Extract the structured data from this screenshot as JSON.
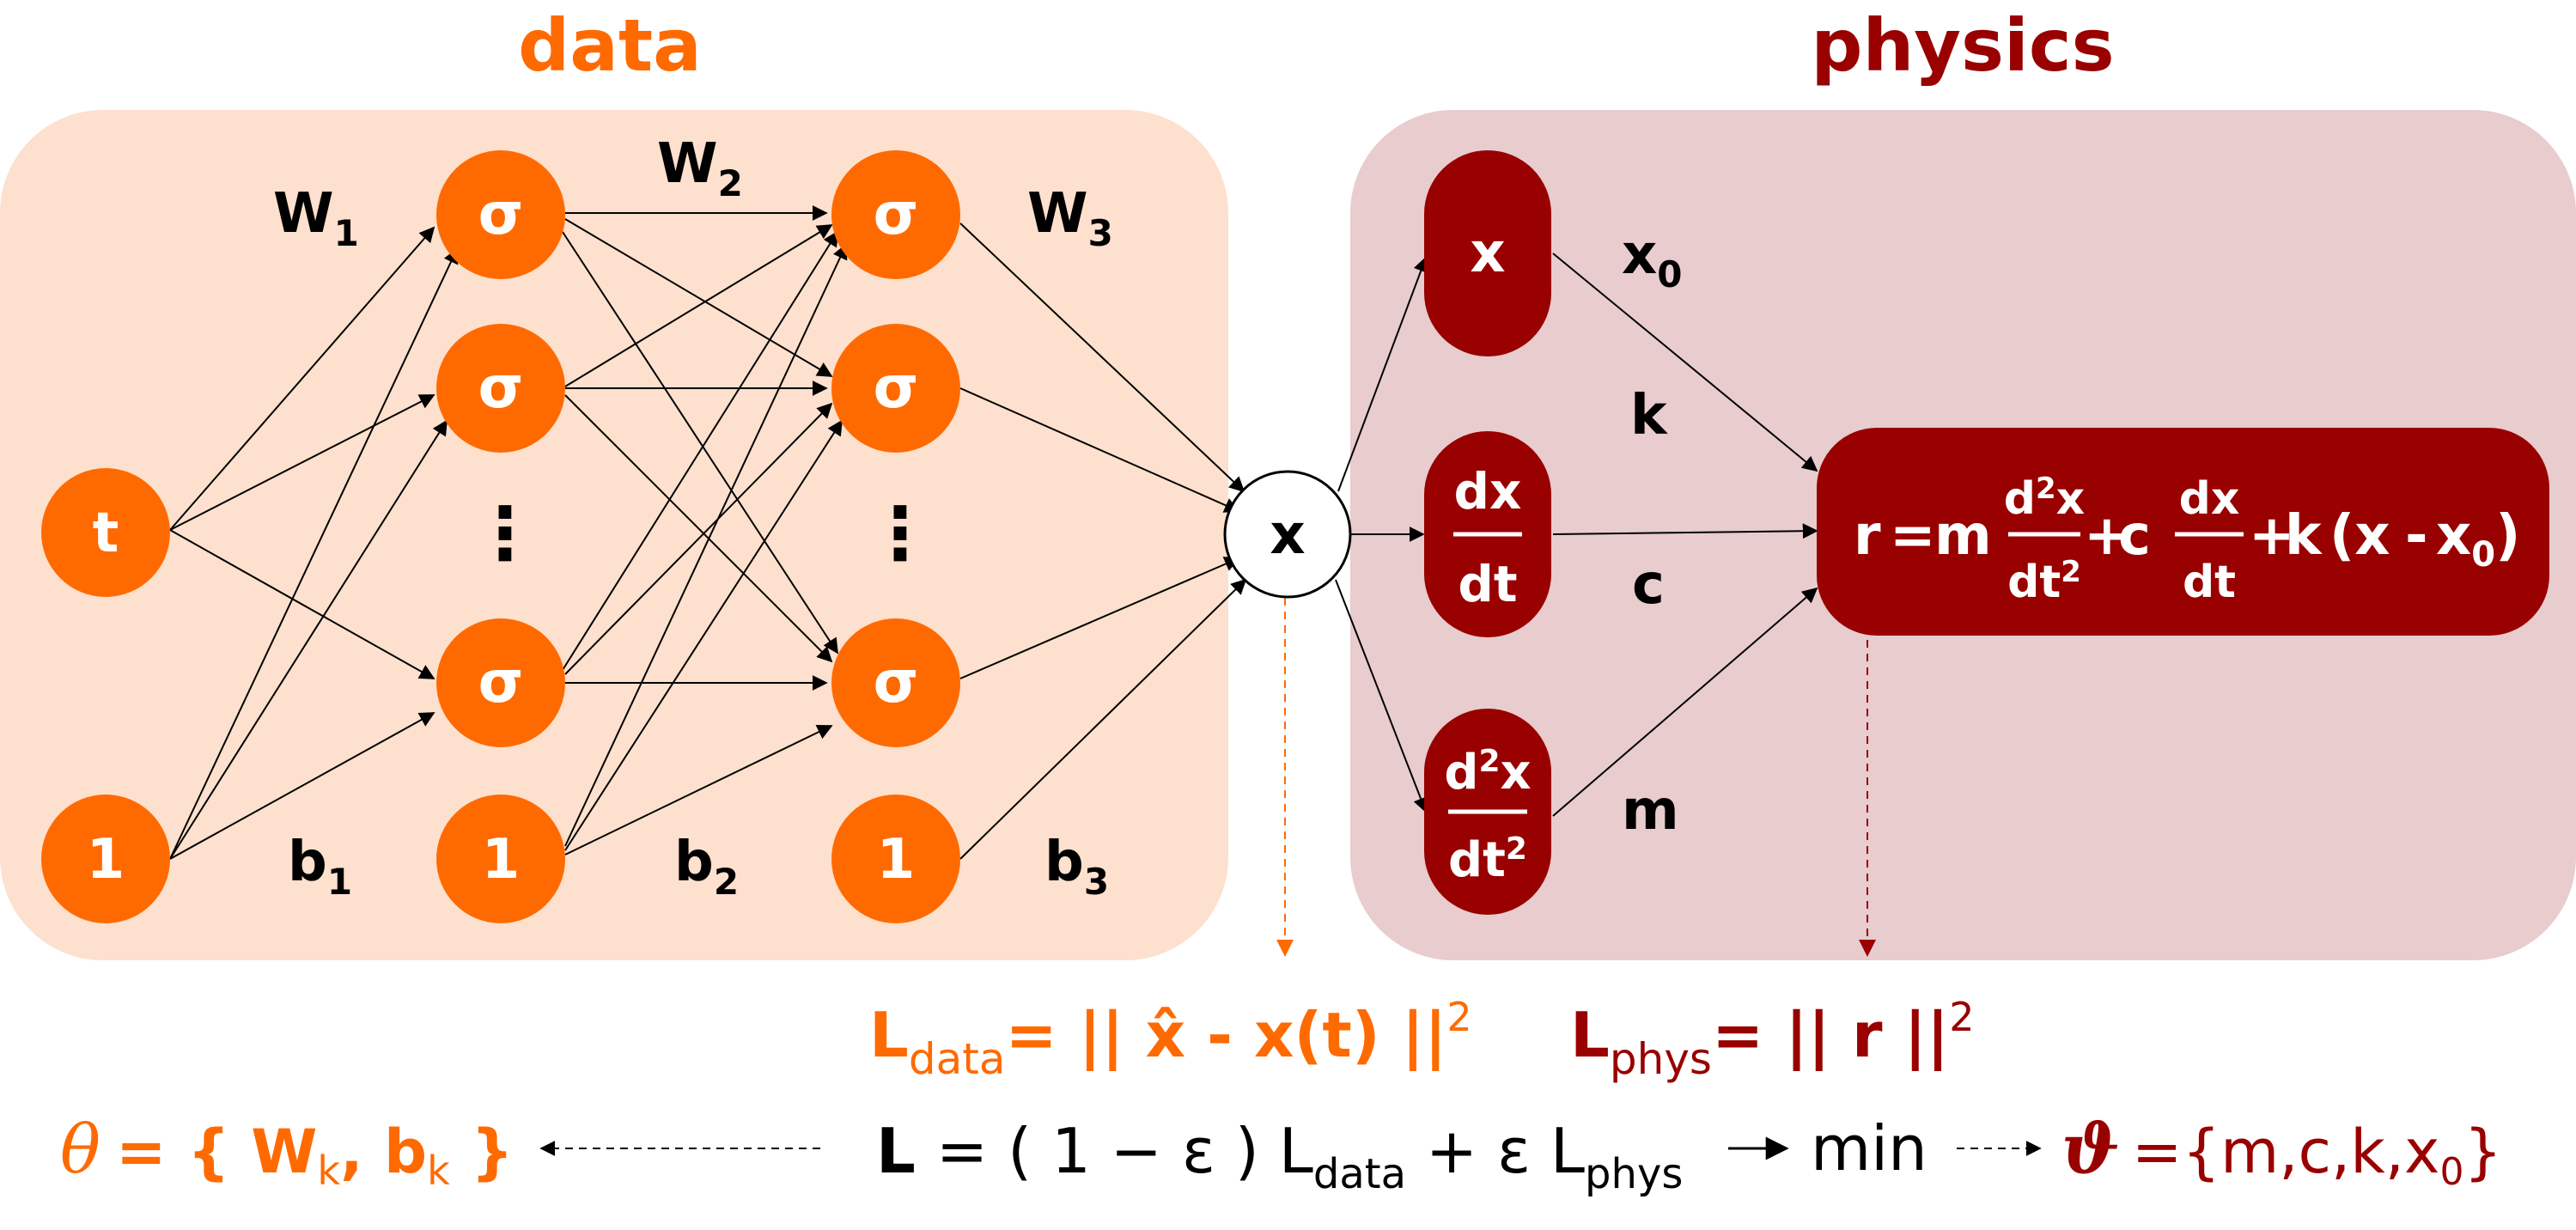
{
  "panels": {
    "data_title": "data",
    "physics_title": "physics"
  },
  "network": {
    "input_t": "t",
    "bias_label": "1",
    "sigma": "σ",
    "dots": "⋮",
    "weights": [
      "W",
      "W",
      "W"
    ],
    "weight_subs": [
      "1",
      "2",
      "3"
    ],
    "biases": [
      "b",
      "b",
      "b"
    ],
    "bias_subs": [
      "1",
      "2",
      "3"
    ],
    "output_x": "x"
  },
  "physics": {
    "x_node": "x",
    "d1_num": "dx",
    "d1_den": "dt",
    "d2_num_base": "d",
    "d2_num_sup": "2",
    "d2_num_var": "x",
    "d2_den_base": "dt",
    "d2_den_sup": "2",
    "params": {
      "x0": "x",
      "x0_sub": "0",
      "k": "k",
      "c": "c",
      "m": "m"
    },
    "residual": {
      "r": "r",
      "eq": "=",
      "m": "m",
      "plus": "+",
      "c": "c",
      "k": "k",
      "paren_open": "(x",
      "minus": "-",
      "x0": "x",
      "x0_sub": "0",
      "paren_close": ")"
    }
  },
  "losses": {
    "data_L": "L",
    "data_sub": "data",
    "data_rhs": "= || x̂ - x(t) ||",
    "data_sq": "2",
    "phys_L": "L",
    "phys_sub": "phys",
    "phys_rhs": "= || r ||",
    "phys_sq": "2"
  },
  "bottom": {
    "theta": "θ",
    "theta_rhs": "= { W",
    "theta_k1": "k",
    "theta_mid": ", b",
    "theta_k2": "k",
    "theta_close": " }",
    "total_L": "L",
    "total_rhs1": "= ( 1 − ε ) L",
    "total_sub1": "data",
    "total_rhs2": " + ε L",
    "total_sub2": "phys",
    "min": "min",
    "vartheta": "ϑ",
    "vartheta_rhs": "={m,c,k,x",
    "vartheta_sub": "0",
    "vartheta_close": "}"
  },
  "colors": {
    "orange": "#ff6a00",
    "light_orange": "#fde0cd",
    "dark_red": "#990000",
    "light_red": "#e8ccce"
  }
}
